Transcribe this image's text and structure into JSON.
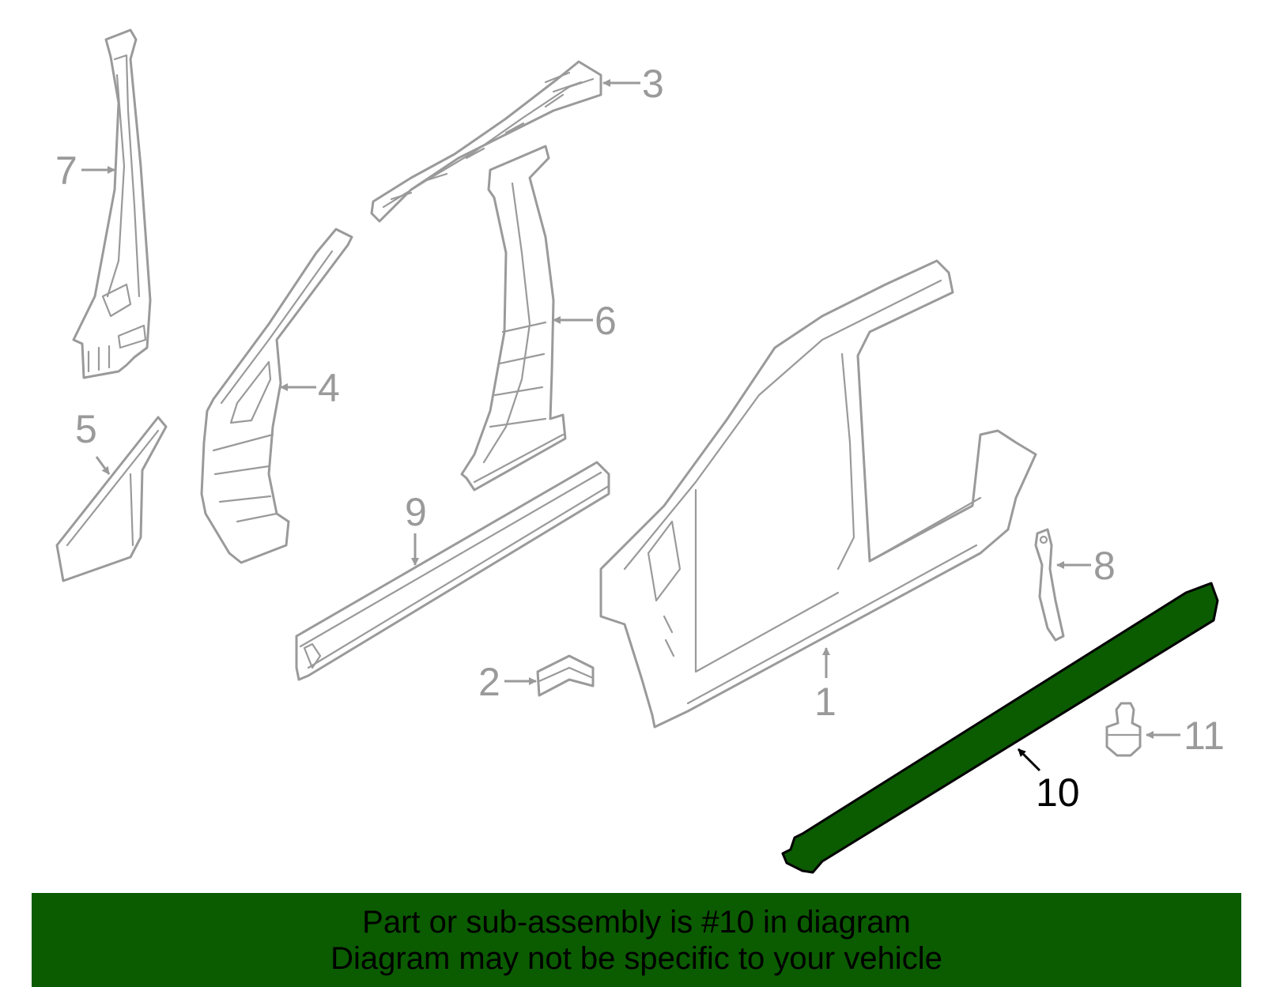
{
  "diagram": {
    "highlight_color": "#0b5b00",
    "callouts": [
      "1",
      "2",
      "3",
      "4",
      "5",
      "6",
      "7",
      "8",
      "9",
      "10",
      "11"
    ],
    "highlighted": "10"
  },
  "banner": {
    "line1": "Part or sub-assembly is #10 in diagram",
    "line2": "Diagram may not be specific to your vehicle"
  }
}
